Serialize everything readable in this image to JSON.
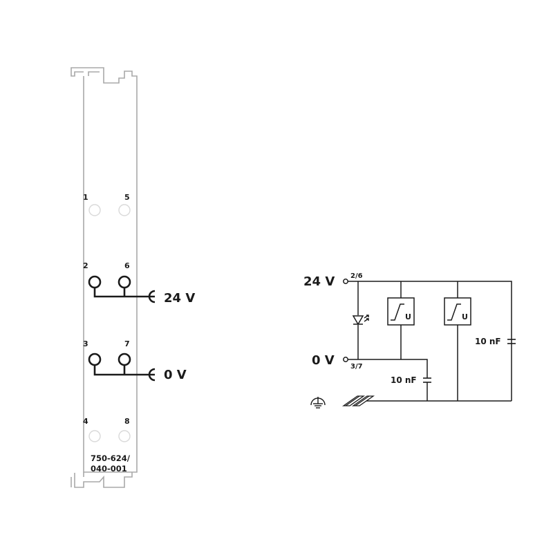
{
  "module": {
    "part_number_line1": "750-624/",
    "part_number_line2": "040-001",
    "terminals": [
      "1",
      "5",
      "2",
      "6",
      "3",
      "7",
      "4",
      "8"
    ],
    "supply_label": "24 V",
    "ground_label": "0 V"
  },
  "schematic": {
    "supply_label": "24 V",
    "supply_pins": "2/6",
    "ground_label": "0 V",
    "ground_pins": "3/7",
    "capacitor_left_label": "10 nF",
    "capacitor_right_label": "10 nF",
    "surge_box_label_1": "U",
    "surge_box_label_2": "U"
  },
  "colors": {
    "line": "#1a1a1a",
    "housing": "#a8a8a8",
    "empty_terminal": "#d9d9d9"
  }
}
